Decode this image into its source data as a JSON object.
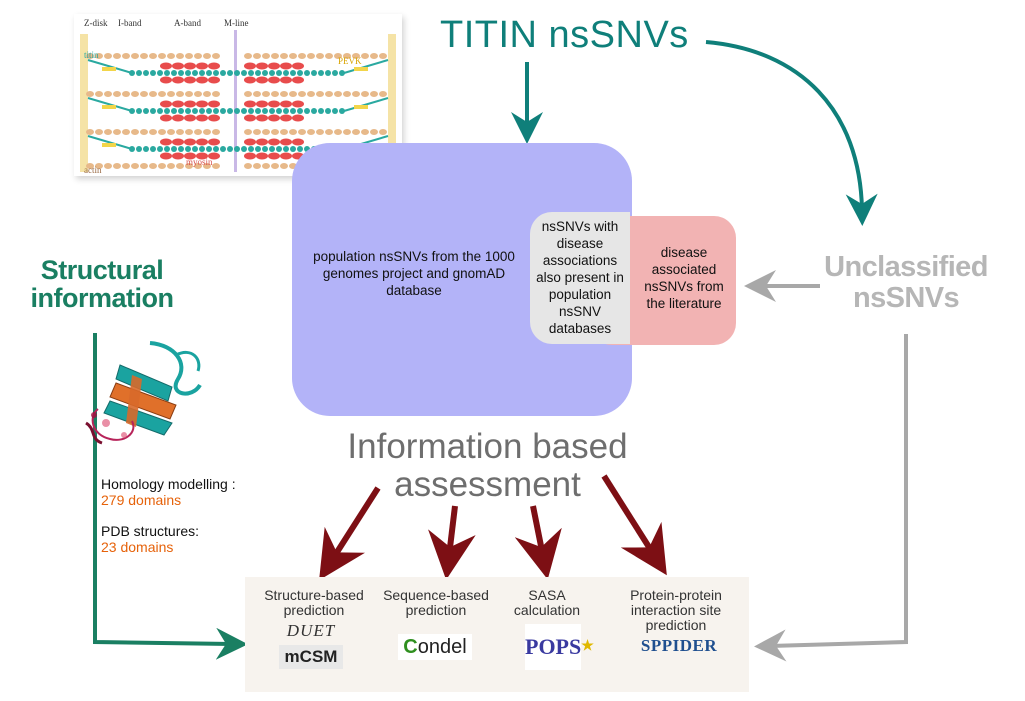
{
  "sarcomere": {
    "labels": {
      "z_disk": "Z-disk",
      "i_band": "I-band",
      "a_band": "A-band",
      "m_line": "M-line",
      "titin": "titin",
      "pevk": "PEVK",
      "myosin": "myosin",
      "actin": "actin"
    }
  },
  "titles": {
    "titin": "TITIN nsSNVs",
    "structural": "Structural information",
    "unclassified": "Unclassified nsSNVs",
    "assessment": "Information based assessment"
  },
  "venn": {
    "population": "population nsSNVs from the 1000 genomes project and gnomAD database",
    "overlap": "nsSNVs with disease associations also present in population nsSNV databases",
    "disease": "disease associated nsSNVs from the literature"
  },
  "structure_info": {
    "homology_label": "Homology modelling :",
    "homology_value": "279 domains",
    "pdb_label": "PDB structures:",
    "pdb_value": "23 domains"
  },
  "methods": {
    "structure": "Structure-based prediction",
    "sequence": "Sequence-based prediction",
    "sasa": "SASA calculation",
    "ppi": "Protein-protein interaction site prediction"
  },
  "logos": {
    "duet": "DUET",
    "mcsm": "mCSM",
    "condel_c": "C",
    "condel_rest": "ondel",
    "pops": "POPS",
    "sppider": "SPPIDER"
  },
  "colors": {
    "teal": "#0f7f7a",
    "green": "#1a7f62",
    "grey": "#b0b0b0",
    "dark_red": "#7d0f14",
    "blue_box": "#b3b3f8",
    "pink_box": "#f2b3b3",
    "orange": "#e6620a"
  }
}
